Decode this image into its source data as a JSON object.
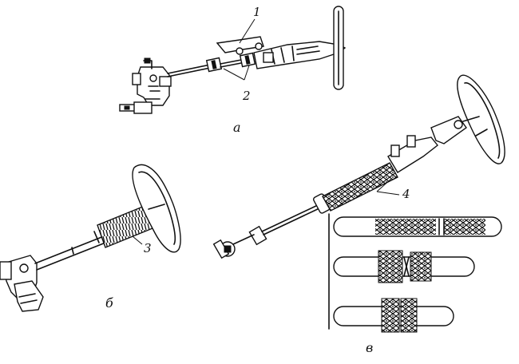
{
  "callouts": {
    "c1": "1",
    "c2": "2",
    "c3": "3",
    "c4": "4"
  },
  "panels": {
    "a": "а",
    "b": "б",
    "v": "в"
  }
}
